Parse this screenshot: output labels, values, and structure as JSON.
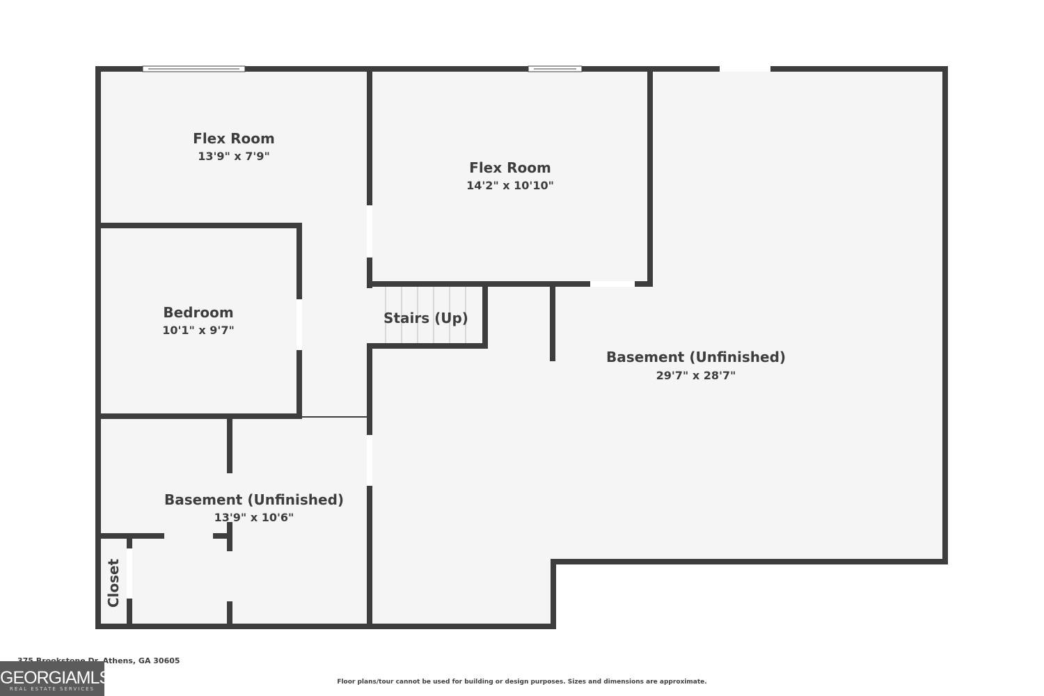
{
  "colors": {
    "wall": "#3d3d3d",
    "floor": "#f5f5f5"
  },
  "rooms": [
    {
      "name": "Flex Room",
      "dims": "13'9\" x 7'9\""
    },
    {
      "name": "Flex Room",
      "dims": "14'2\" x 10'10\""
    },
    {
      "name": "Bedroom",
      "dims": "10'1\" x 9'7\""
    },
    {
      "name": "Stairs (Up)"
    },
    {
      "name": "Basement (Unfinished)",
      "dims": "29'7\" x 28'7\""
    },
    {
      "name": "Basement (Unfinished)",
      "dims": "13'9\" x 10'6\""
    },
    {
      "name": "Closet"
    }
  ],
  "footer": {
    "address": "375 Brookstone Dr, Athens, GA 30605",
    "disclaimer": "Floor plans/tour cannot be used for building or design purposes. Sizes and dimensions are approximate.",
    "logo": {
      "main": "GEORGIAMLS",
      "sub": "REAL ESTATE SERVICES"
    }
  }
}
